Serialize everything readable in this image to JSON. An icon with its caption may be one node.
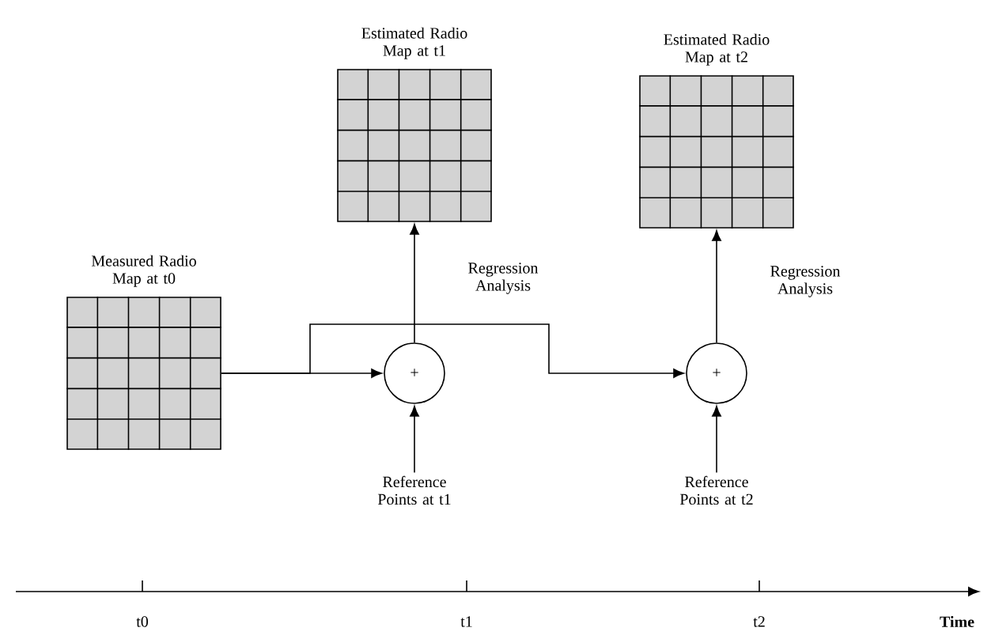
{
  "diagram": {
    "nodes": [
      {
        "text": [
          "Measured Radio Map at t0"
        ]
      },
      {
        "text": [
          "+"
        ]
      },
      {
        "text": [
          "Estimated Radio Map at t1"
        ]
      },
      {
        "text": [
          "Reference Points at t1"
        ]
      },
      {
        "text": [
          "+"
        ]
      },
      {
        "text": [
          "Estimated Radio Map at t2"
        ]
      },
      {
        "text": [
          "Reference Points at t2"
        ]
      }
    ],
    "edges": [
      {
        "from": 0,
        "to": 1,
        "arrow": "to"
      },
      {
        "from": 0,
        "to": 4,
        "arrow": "to"
      },
      {
        "from": 1,
        "to": 2,
        "arrow": "to",
        "label": "Regression Analysis"
      },
      {
        "from": 3,
        "to": 1,
        "arrow": "to"
      },
      {
        "from": 4,
        "to": 5,
        "arrow": "to",
        "label": "Regression Analysis"
      },
      {
        "from": 6,
        "to": 4,
        "arrow": "to"
      }
    ],
    "labels": [
      "t0",
      "t1",
      "t2",
      "Time"
    ]
  }
}
